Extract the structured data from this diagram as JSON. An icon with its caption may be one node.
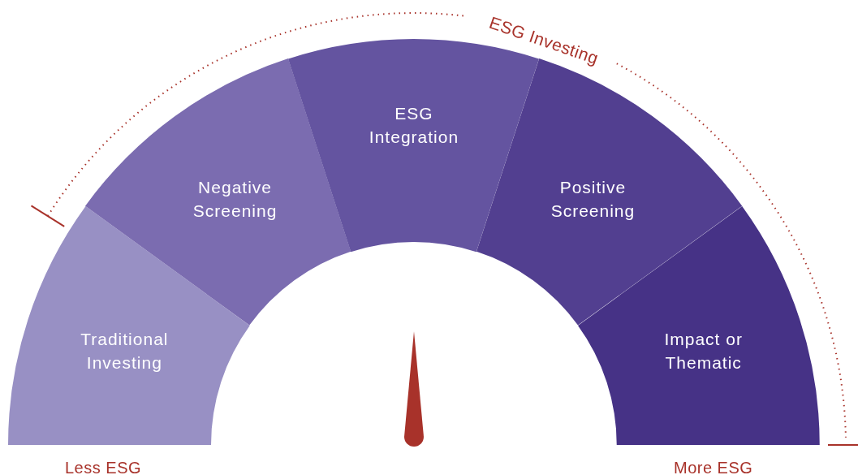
{
  "diagram": {
    "nodes": [
      {
        "text": [
          "Traditional Investing"
        ]
      },
      {
        "text": [
          "Negative Screening"
        ]
      },
      {
        "text": [
          "ESG Integration"
        ]
      },
      {
        "text": [
          "Positive Screening"
        ]
      },
      {
        "text": [
          "Impact or Thematic"
        ]
      }
    ],
    "labels": [
      "ESG Investing",
      "Less ESG",
      "More ESG"
    ]
  }
}
